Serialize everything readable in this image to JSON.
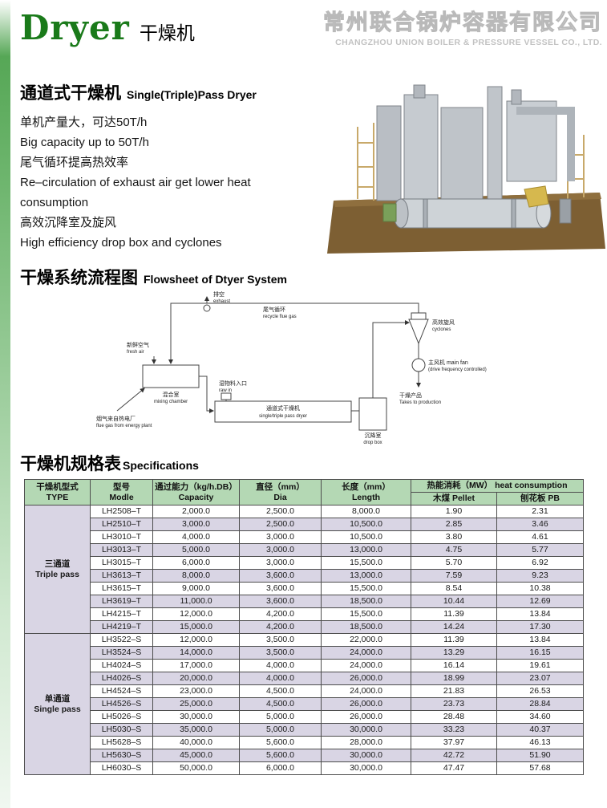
{
  "header": {
    "brand_en": "Dryer",
    "brand_cn": "干燥机",
    "company_cn": "常州联合锅炉容器有限公司",
    "company_en": "CHANGZHOU UNION BOILER & PRESSURE VESSEL CO., LTD."
  },
  "section1": {
    "title_cn": "通道式干燥机",
    "title_en": "Single(Triple)Pass Dryer",
    "features": [
      "单机产量大，可达50T/h",
      "Big capacity up to 50T/h",
      "尾气循环提高热效率",
      "Re–circulation of exhaust air get lower heat consumption",
      "高效沉降室及旋风",
      "High efficiency drop box and cyclones"
    ]
  },
  "section2": {
    "title_cn": "干燥系统流程图",
    "title_en": "Flowsheet of Dtyer System"
  },
  "section3": {
    "title_cn": "干燥机规格表",
    "title_en": "Specifications"
  },
  "flowsheet": {
    "exhaust_cn": "排空",
    "exhaust_en": "exhaust",
    "recycle_cn": "尾气循环",
    "recycle_en": "recycle flue gas",
    "fresh_cn": "新鲜空气",
    "fresh_en": "fresh air",
    "mixing_cn": "混合室",
    "mixing_en": "mixing chamber",
    "fluegas_cn": "烟气来自热电厂",
    "fluegas_en": "flue gas from energy plant",
    "rawin_cn": "湿物料入口",
    "rawin_en": "raw in",
    "dryer_cn": "通道式干燥机",
    "dryer_en": "single/triple pass dryer",
    "dropbox_cn": "沉降室",
    "dropbox_en": "drop box",
    "cyclone_cn": "高效旋风",
    "cyclone_en": "cyclones",
    "fan_cn": "主风机 main fan",
    "fan_en": "(drive frequency controlled)",
    "product_cn": "干燥产品",
    "product_en": "Takes to production"
  },
  "table": {
    "col_headers": [
      {
        "cn": "干燥机型式",
        "en": "TYPE"
      },
      {
        "cn": "型号",
        "en": "Modle"
      },
      {
        "cn": "通过能力（kg/h.DB）",
        "en": "Capacity"
      },
      {
        "cn": "直径（mm）",
        "en": "Dia"
      },
      {
        "cn": "长度（mm）",
        "en": "Length"
      }
    ],
    "heat_header": {
      "cn": "热能消耗（MW）",
      "en": "heat consumption"
    },
    "heat_sub": [
      {
        "cn": "木煤",
        "en": "Pellet"
      },
      {
        "cn": "刨花板",
        "en": "PB"
      }
    ],
    "groups": [
      {
        "type_cn": "三通道",
        "type_en": "Triple pass",
        "rows": [
          [
            "LH2508–T",
            "2,000.0",
            "2,500.0",
            "8,000.0",
            "1.90",
            "2.31"
          ],
          [
            "LH2510–T",
            "3,000.0",
            "2,500.0",
            "10,500.0",
            "2.85",
            "3.46"
          ],
          [
            "LH3010–T",
            "4,000.0",
            "3,000.0",
            "10,500.0",
            "3.80",
            "4.61"
          ],
          [
            "LH3013–T",
            "5,000.0",
            "3,000.0",
            "13,000.0",
            "4.75",
            "5.77"
          ],
          [
            "LH3015–T",
            "6,000.0",
            "3,000.0",
            "15,500.0",
            "5.70",
            "6.92"
          ],
          [
            "LH3613–T",
            "8,000.0",
            "3,600.0",
            "13,000.0",
            "7.59",
            "9.23"
          ],
          [
            "LH3615–T",
            "9,000.0",
            "3,600.0",
            "15,500.0",
            "8.54",
            "10.38"
          ],
          [
            "LH3619–T",
            "11,000.0",
            "3,600.0",
            "18,500.0",
            "10.44",
            "12.69"
          ],
          [
            "LH4215–T",
            "12,000.0",
            "4,200.0",
            "15,500.0",
            "11.39",
            "13.84"
          ],
          [
            "LH4219–T",
            "15,000.0",
            "4,200.0",
            "18,500.0",
            "14.24",
            "17.30"
          ]
        ]
      },
      {
        "type_cn": "单通道",
        "type_en": "Single pass",
        "rows": [
          [
            "LH3522–S",
            "12,000.0",
            "3,500.0",
            "22,000.0",
            "11.39",
            "13.84"
          ],
          [
            "LH3524–S",
            "14,000.0",
            "3,500.0",
            "24,000.0",
            "13.29",
            "16.15"
          ],
          [
            "LH4024–S",
            "17,000.0",
            "4,000.0",
            "24,000.0",
            "16.14",
            "19.61"
          ],
          [
            "LH4026–S",
            "20,000.0",
            "4,000.0",
            "26,000.0",
            "18.99",
            "23.07"
          ],
          [
            "LH4524–S",
            "23,000.0",
            "4,500.0",
            "24,000.0",
            "21.83",
            "26.53"
          ],
          [
            "LH4526–S",
            "25,000.0",
            "4,500.0",
            "26,000.0",
            "23.73",
            "28.84"
          ],
          [
            "LH5026–S",
            "30,000.0",
            "5,000.0",
            "26,000.0",
            "28.48",
            "34.60"
          ],
          [
            "LH5030–S",
            "35,000.0",
            "5,000.0",
            "30,000.0",
            "33.23",
            "40.37"
          ],
          [
            "LH5628–S",
            "40,000.0",
            "5,600.0",
            "28,000.0",
            "37.97",
            "46.13"
          ],
          [
            "LH5630–S",
            "45,000.0",
            "5,600.0",
            "30,000.0",
            "42.72",
            "51.90"
          ],
          [
            "LH6030–S",
            "50,000.0",
            "6,000.0",
            "30,000.0",
            "47.47",
            "57.68"
          ]
        ]
      }
    ]
  }
}
